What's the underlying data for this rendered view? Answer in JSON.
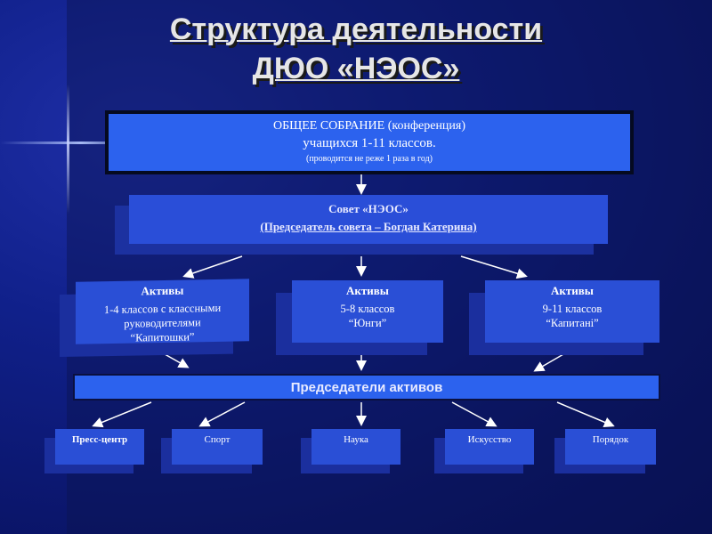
{
  "title": {
    "line1": "Структура деятельности ",
    "line2": "ДЮО «НЭОС»"
  },
  "general_meeting": {
    "line1": "ОБЩЕЕ  СОБРАНИЕ (конференция)",
    "line2": "учащихся 1-11 классов.",
    "line3": "(проводится не реже 1 раза в год)"
  },
  "council": {
    "line1": "Совет «НЭОС»",
    "line2": "(Председатель  совета – Богдан Катерина)"
  },
  "actives": [
    {
      "heading": "Активы",
      "line1": "1-4 классов с классными",
      "line2": "руководителями",
      "line3": "“Капитошки”"
    },
    {
      "heading": "Активы",
      "line1": "5-8 классов",
      "line2": "“Юнги”",
      "line3": ""
    },
    {
      "heading": "Активы",
      "line1": "9-11 классов",
      "line2": "“Капитані”",
      "line3": ""
    }
  ],
  "chairs": {
    "label": "Председатели  активов"
  },
  "sectors": [
    {
      "label": "Пресс-центр"
    },
    {
      "label": "Спорт"
    },
    {
      "label": "Наука"
    },
    {
      "label": "Искусство"
    },
    {
      "label": "Порядок"
    }
  ],
  "colors": {
    "background": "#0a1466",
    "box": "#2a4fd6",
    "box_side": "#1b2f9e",
    "highlight_box": "#2c62ee",
    "arrow": "#ffffff"
  }
}
